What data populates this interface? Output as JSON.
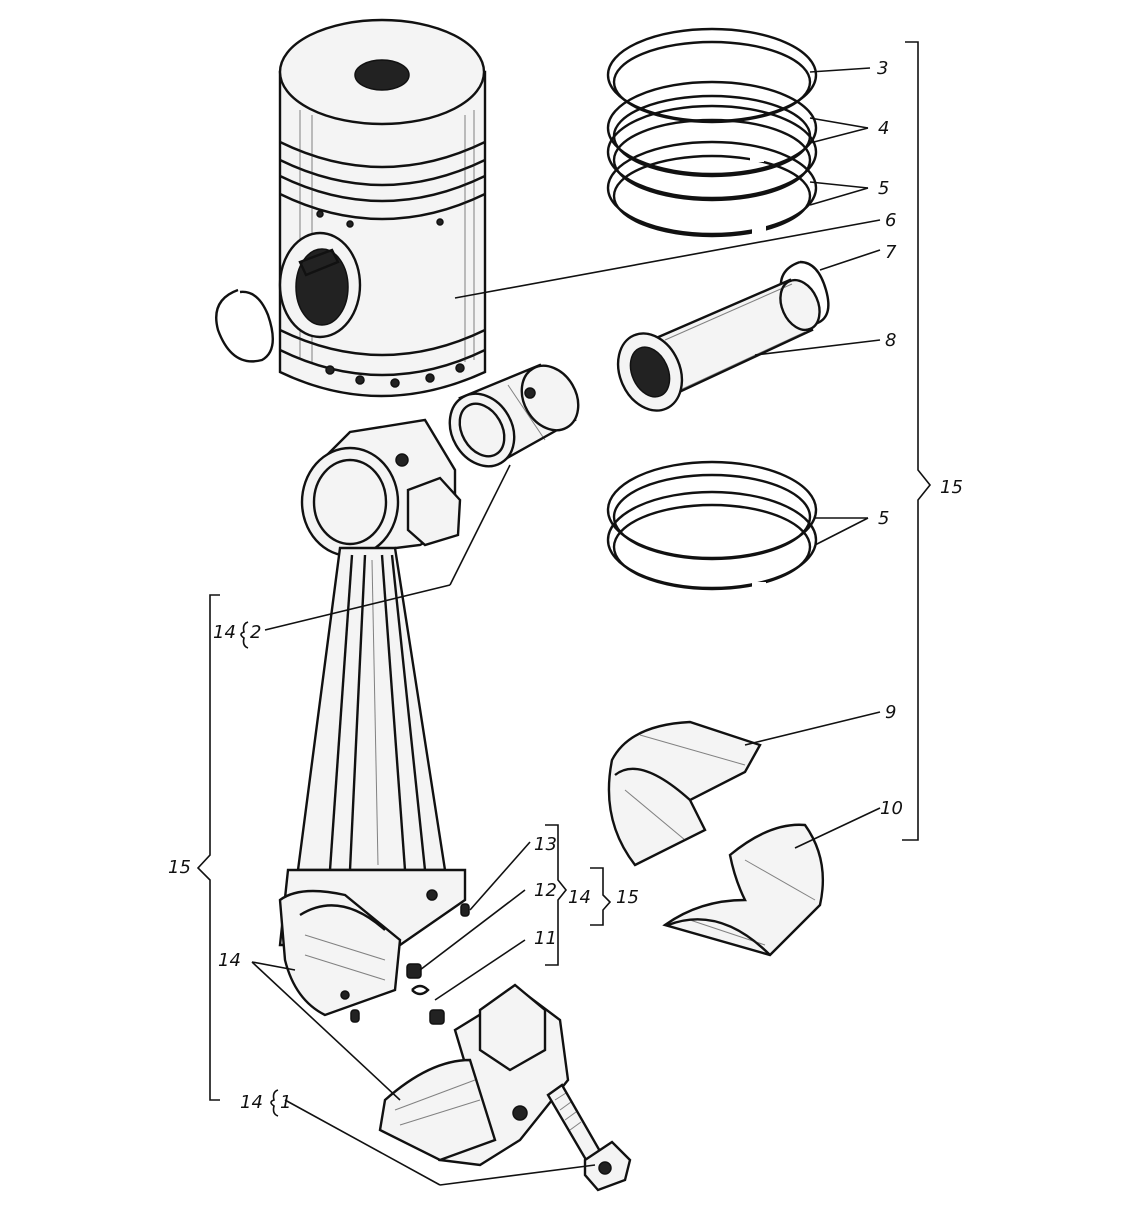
{
  "labels": {
    "l1": "1",
    "l2": "2",
    "l3": "3",
    "l4": "4",
    "l5a": "5",
    "l5b": "5",
    "l6": "6",
    "l7": "7",
    "l8": "8",
    "l9": "9",
    "l10": "10",
    "l11": "11",
    "l12": "12",
    "l13": "13",
    "l14_bush": "14",
    "l14_bolt": "14",
    "l14_shells": "14",
    "l14_small": "14",
    "l15_right": "15",
    "l15_left": "15",
    "l15_small": "15"
  },
  "icons": {
    "piston": "piston-icon",
    "rings": "piston-ring-icon",
    "pin": "piston-pin-icon",
    "bushing": "bushing-icon",
    "rod": "connecting-rod-icon",
    "bearing": "bearing-shell-icon",
    "bolt": "bolt-icon"
  },
  "colors": {
    "ink": "#111111",
    "paper": "#ffffff"
  }
}
